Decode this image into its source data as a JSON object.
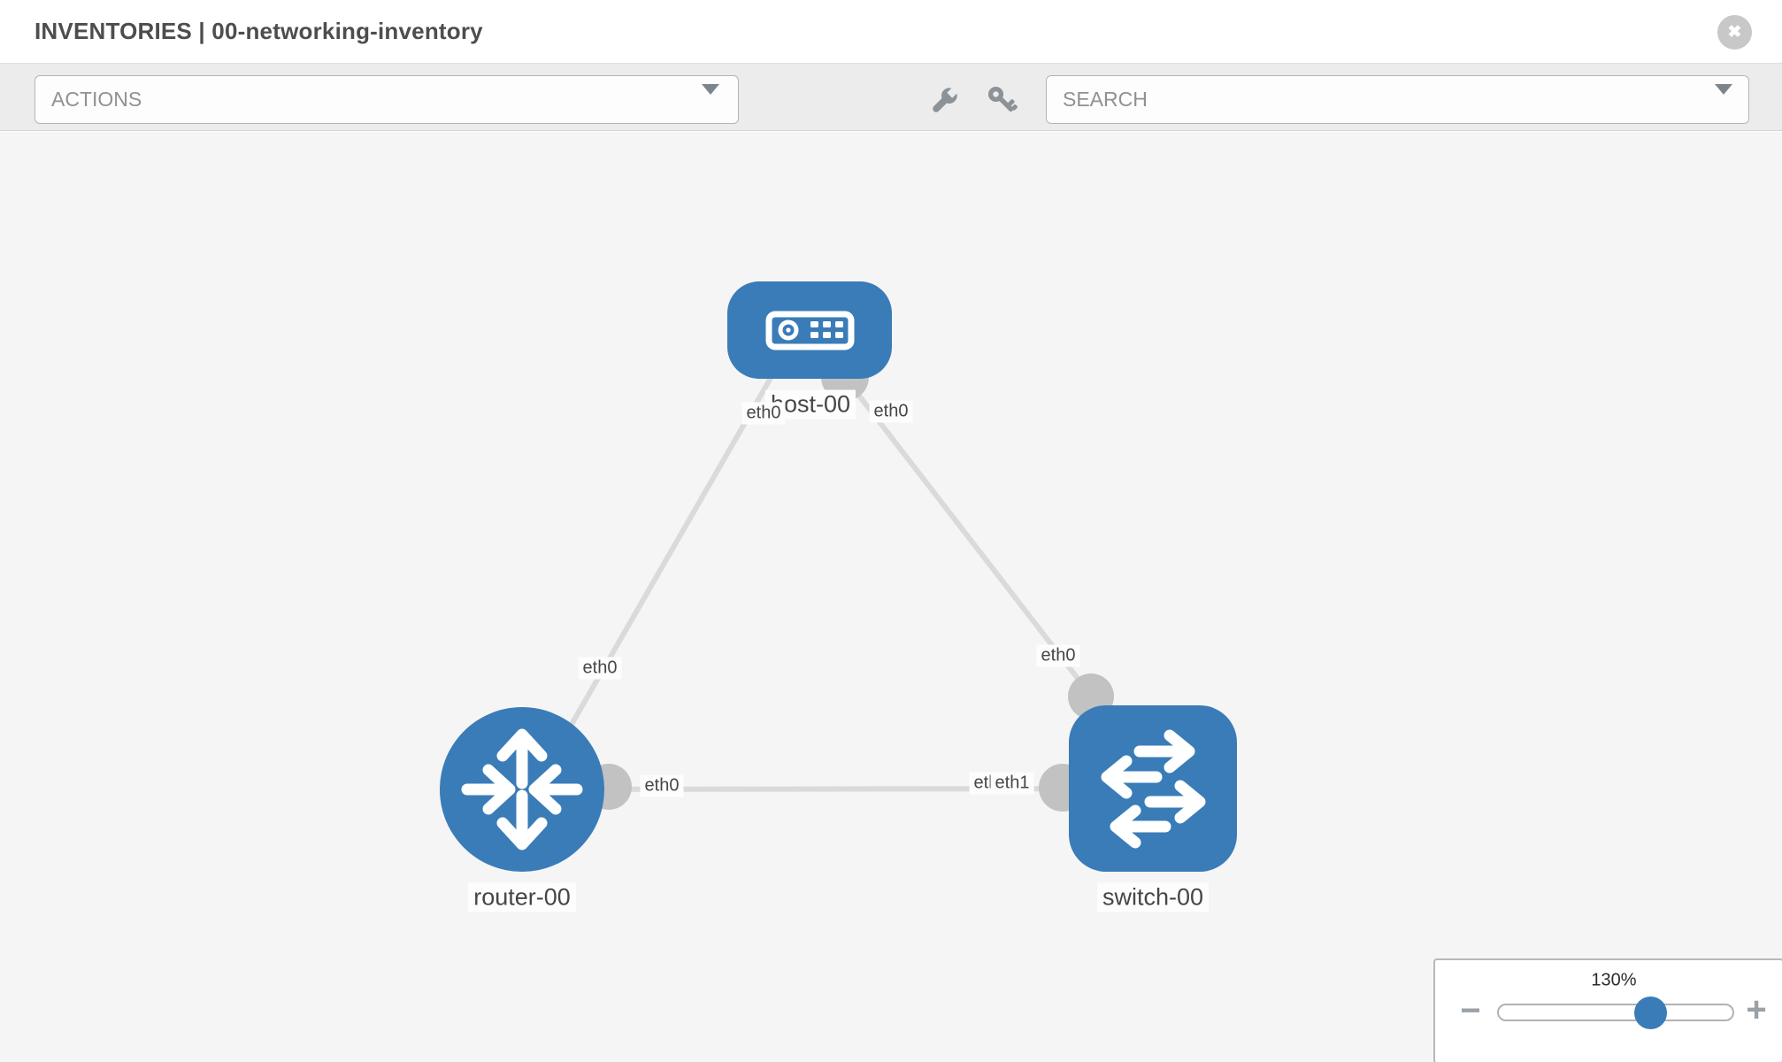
{
  "header": {
    "title": "INVENTORIES | 00-networking-inventory",
    "close_glyph": "✖"
  },
  "toolbar": {
    "actions_placeholder": "ACTIONS",
    "search_placeholder": "SEARCH",
    "icons": [
      "wrench",
      "key"
    ]
  },
  "topology": {
    "nodes": [
      {
        "id": "host-00",
        "type": "host",
        "label": "host-00"
      },
      {
        "id": "router-00",
        "type": "router",
        "label": "router-00"
      },
      {
        "id": "switch-00",
        "type": "switch",
        "label": "switch-00"
      }
    ],
    "links": [
      {
        "source": "host-00",
        "target": "router-00",
        "source_interface": "eth0",
        "target_interface": "eth0"
      },
      {
        "source": "host-00",
        "target": "switch-00",
        "source_interface": "eth0",
        "target_interface": "eth0"
      },
      {
        "source": "router-00",
        "target": "switch-00",
        "source_interface": "eth0",
        "target_interface": "eth1"
      }
    ],
    "interface_labels": [
      "eth0",
      "eth0",
      "eth0",
      "eth0",
      "eth0",
      "eth0",
      "eth1"
    ]
  },
  "zoom_control": {
    "value_label": "130%",
    "percent": 130,
    "minus_label": "−",
    "plus_label": "+"
  },
  "colors": {
    "node_blue": "#3a7cb8",
    "link_gray": "#dadada",
    "port_gray": "#c2c2c2",
    "toolbar_bg": "#ececec",
    "canvas_bg": "#f5f5f5",
    "icon_gray": "#8b9298"
  }
}
